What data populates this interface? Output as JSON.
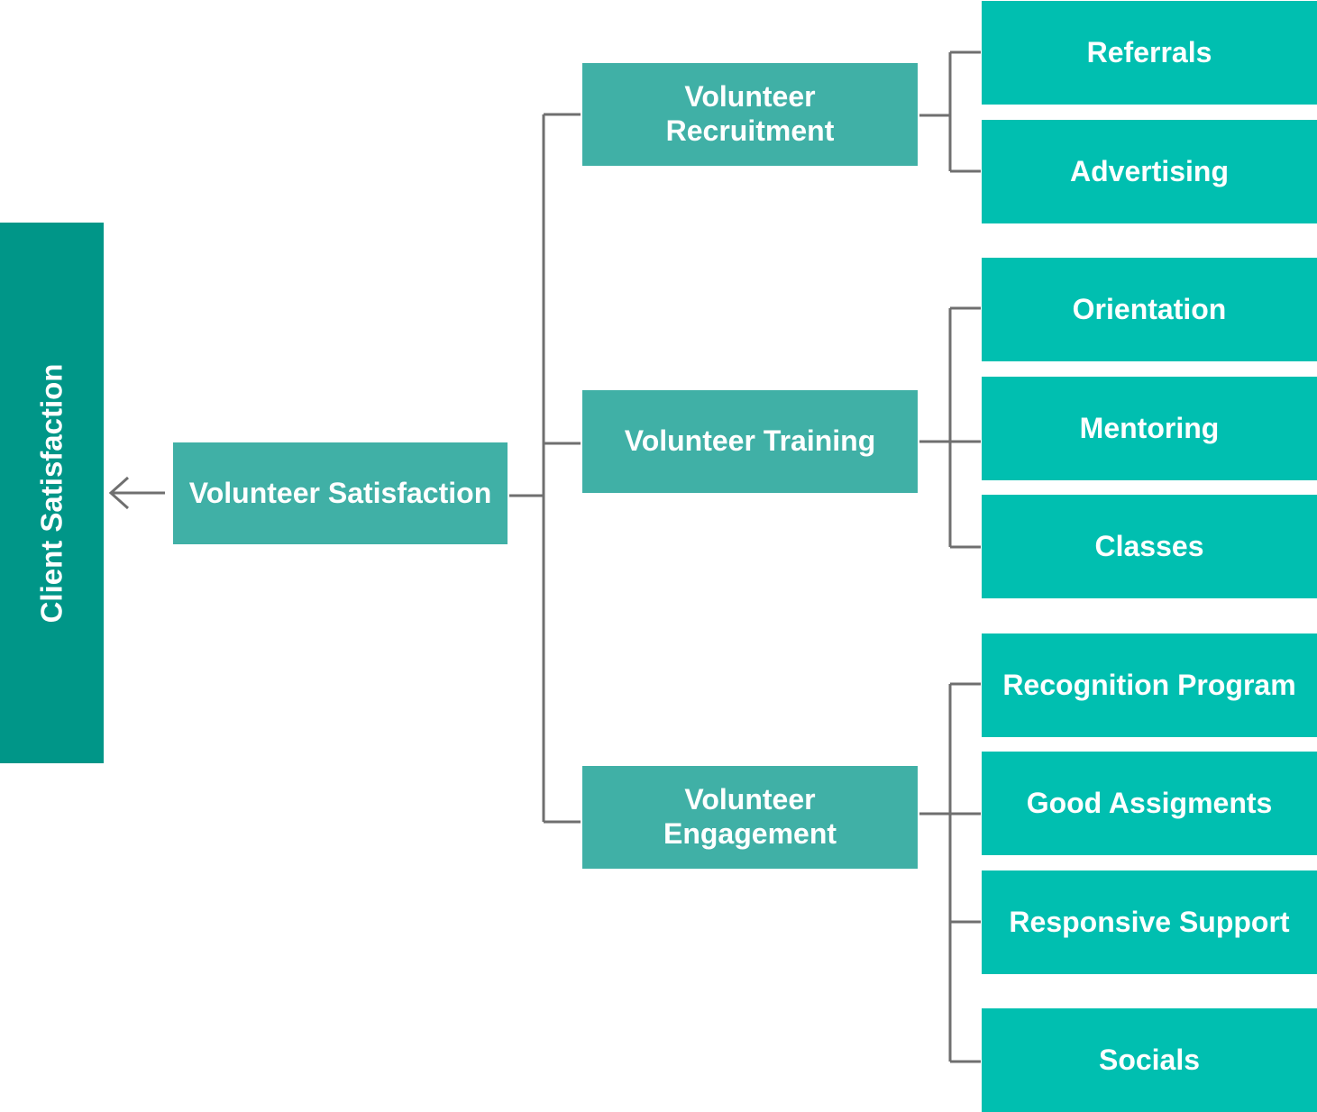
{
  "root": {
    "label": "Client Satisfaction"
  },
  "center": {
    "label": "Volunteer Satisfaction"
  },
  "branches": [
    {
      "line1": "Volunteer",
      "line2": "Recruitment"
    },
    {
      "line1": "Volunteer Training",
      "line2": ""
    },
    {
      "line1": "Volunteer",
      "line2": "Engagement"
    }
  ],
  "leaves": [
    "Referrals",
    "Advertising",
    "Orientation",
    "Mentoring",
    "Classes",
    "Recognition Program",
    "Good Assigments",
    "Responsive Support",
    "Socials"
  ],
  "colors": {
    "root": "#009688",
    "branch": "#40b0a6",
    "leaf": "#00bfb0",
    "connector": "#6f6f6f",
    "text": "#ffffff"
  }
}
